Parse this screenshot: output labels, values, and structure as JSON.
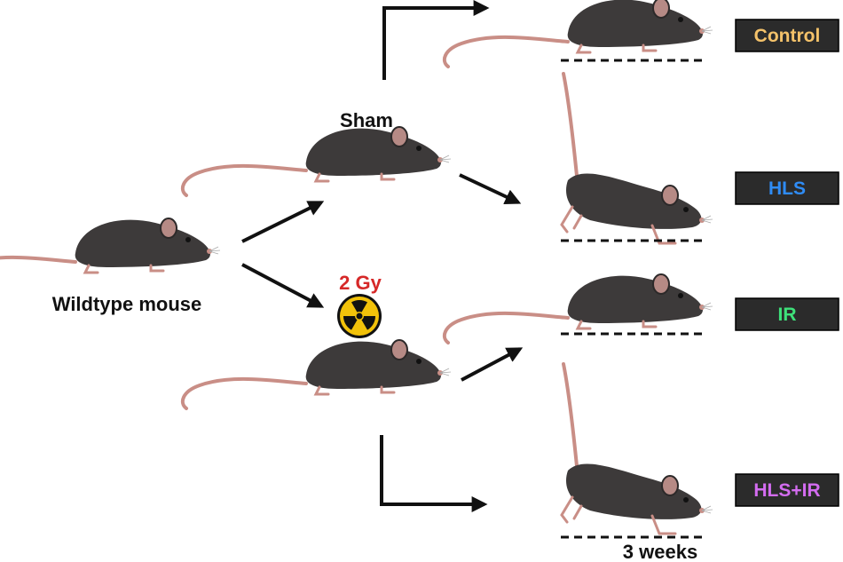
{
  "labels": {
    "source": "Wildtype mouse",
    "sham": "Sham",
    "dose": "2 Gy",
    "duration": "3 weeks"
  },
  "groups": [
    {
      "name": "Control",
      "color": "#f4c26a"
    },
    {
      "name": "HLS",
      "color": "#2f8cf5"
    },
    {
      "name": "IR",
      "color": "#3ee07a"
    },
    {
      "name": "HLS+IR",
      "color": "#d36cf0"
    }
  ],
  "colors": {
    "mouse_body": "#3d3a3a",
    "mouse_tail": "#c98e86",
    "dose_text": "#d62828",
    "radiation_yellow": "#f2c20a"
  },
  "icons": [
    "mouse-icon",
    "radiation-icon",
    "arrow-icon"
  ]
}
